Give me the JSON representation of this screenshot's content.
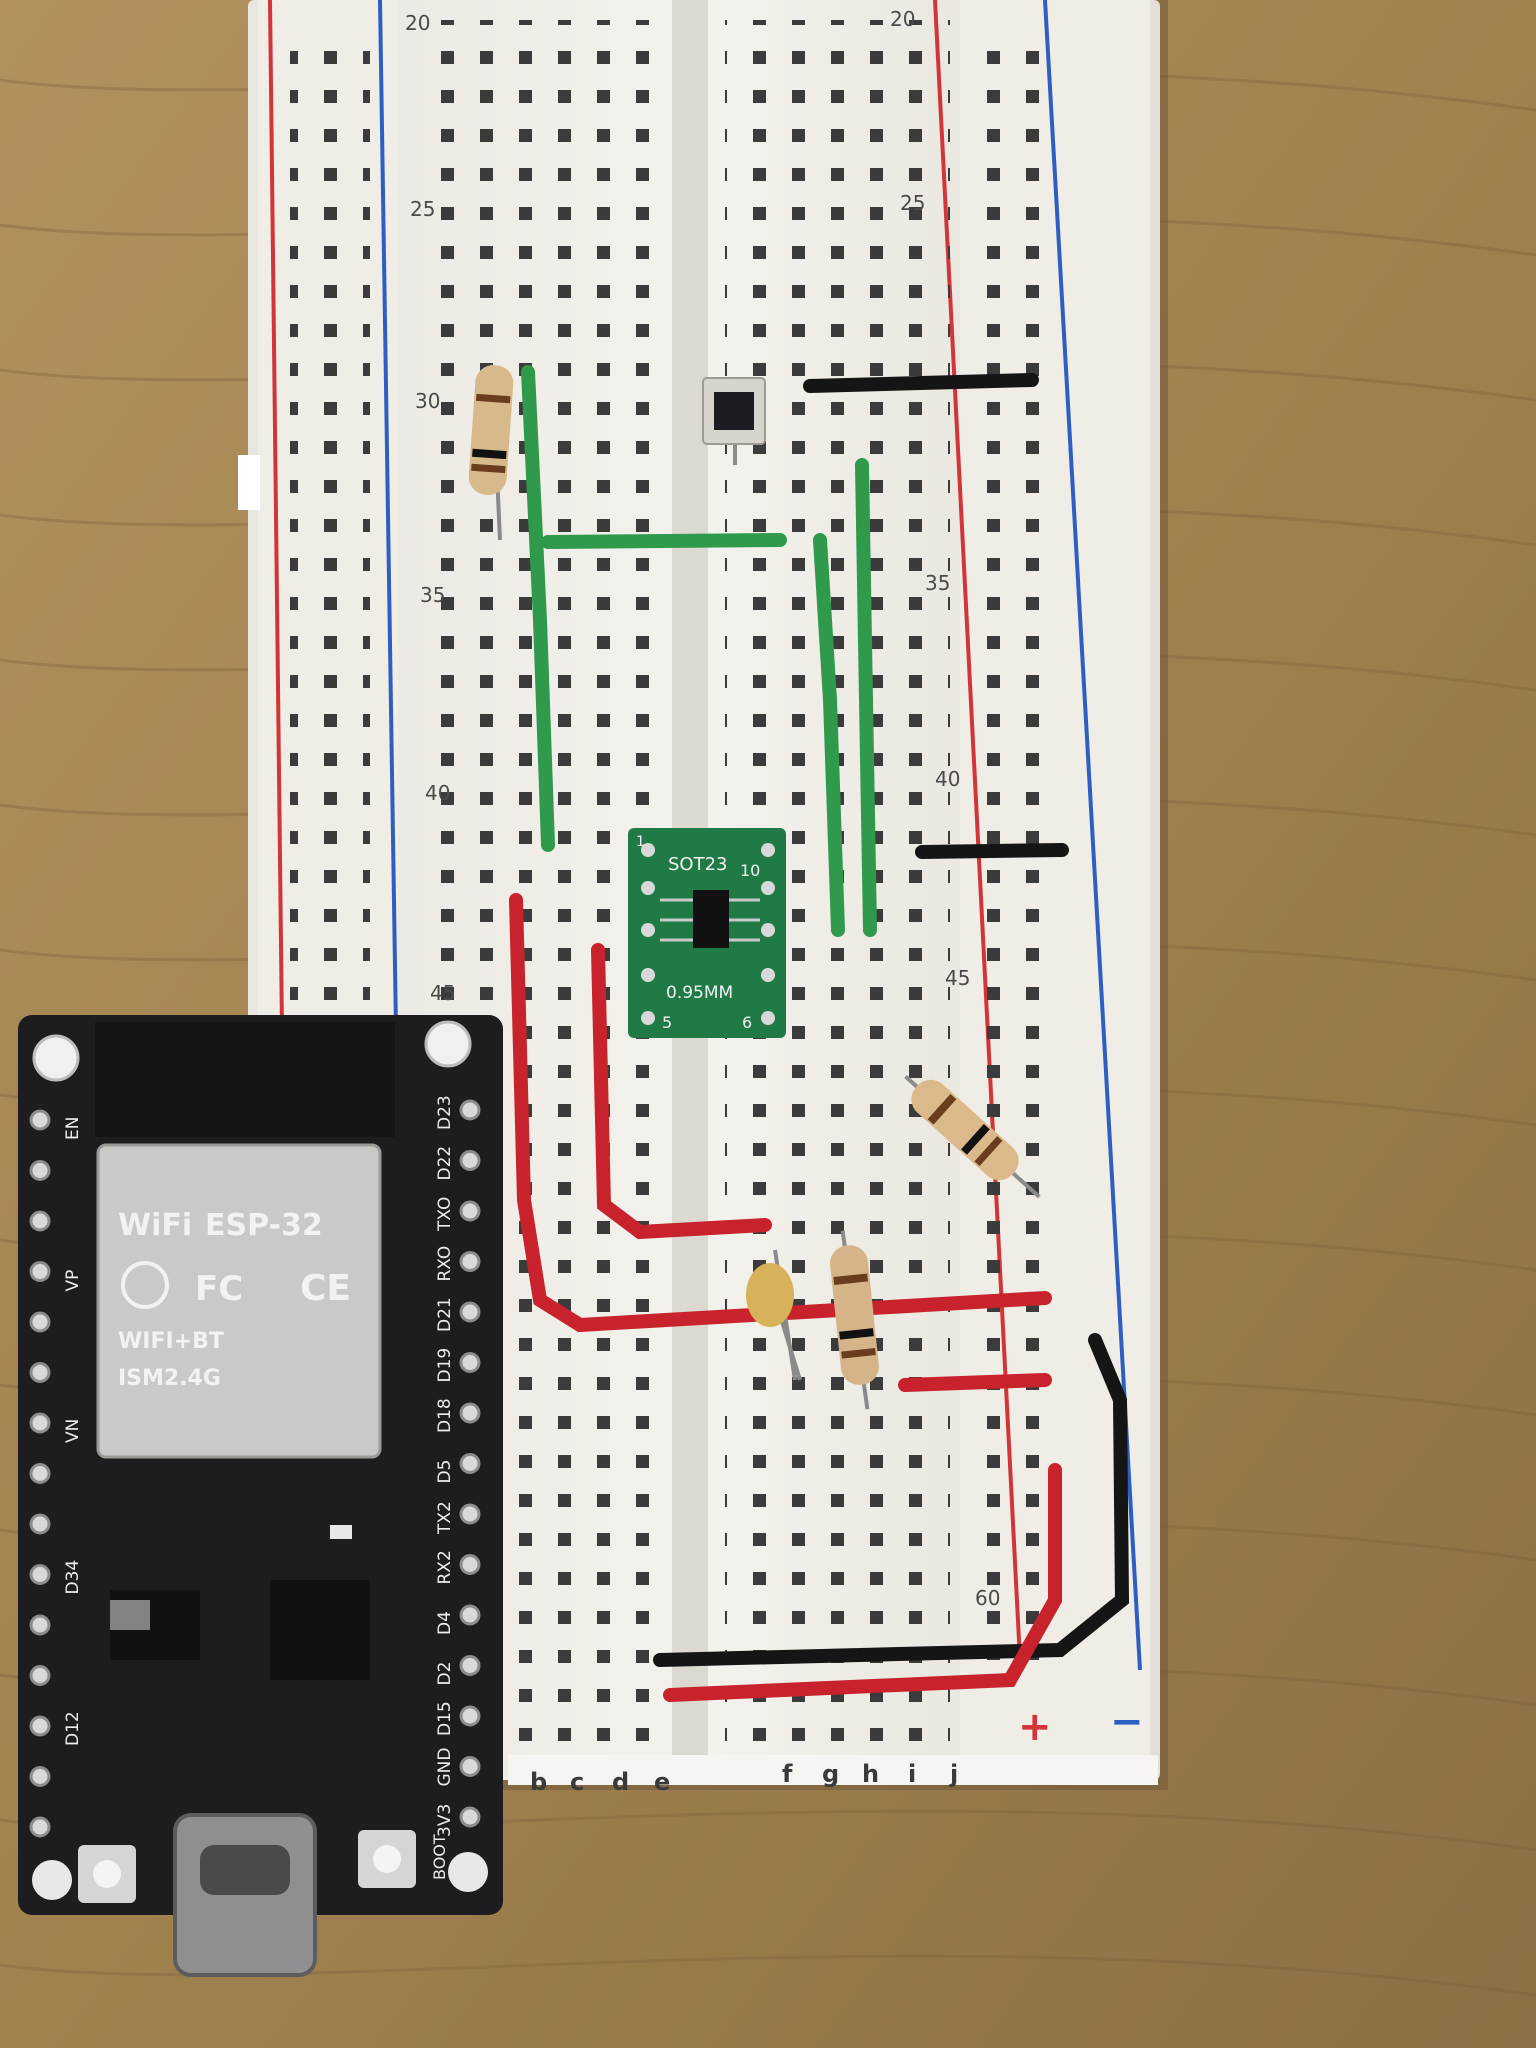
{
  "breadboard": {
    "row_numbers": [
      "20",
      "25",
      "30",
      "35",
      "40",
      "45",
      "60"
    ],
    "column_letters": [
      "b",
      "c",
      "d",
      "e",
      "f",
      "g",
      "h",
      "i",
      "j"
    ],
    "rail_plus": "+",
    "rail_minus": "−",
    "colors": {
      "body": "#f1efe9",
      "rail_red": "#d2343a",
      "rail_blue": "#2d5fc2",
      "hole": "#3b3b3b"
    }
  },
  "esp32": {
    "module_text": [
      "WiFi",
      "ESP-32",
      "FC",
      "CE",
      "WIFI+BT",
      "ISM2.4G"
    ],
    "pins_right": [
      "D23",
      "D22",
      "TXO",
      "RXO",
      "D21",
      "D19",
      "D18",
      "D5",
      "TX2",
      "RX2",
      "D4",
      "D2",
      "D15",
      "GND",
      "3V3"
    ],
    "pins_left": [
      "EN",
      "VP",
      "VN",
      "D34",
      "D12"
    ],
    "button_label": "BOOT",
    "colors": {
      "board": "#1d1d1f",
      "shield": "#c9c9c6"
    }
  },
  "breakout": {
    "lines": [
      "SOT23",
      "10",
      "0.95MM",
      "5",
      "6",
      "1"
    ],
    "color": "#1f7a45"
  },
  "wire_colors": {
    "green": "#2f9a4c",
    "red": "#c8232c",
    "black": "#151515"
  },
  "background_color": "#a9895d"
}
